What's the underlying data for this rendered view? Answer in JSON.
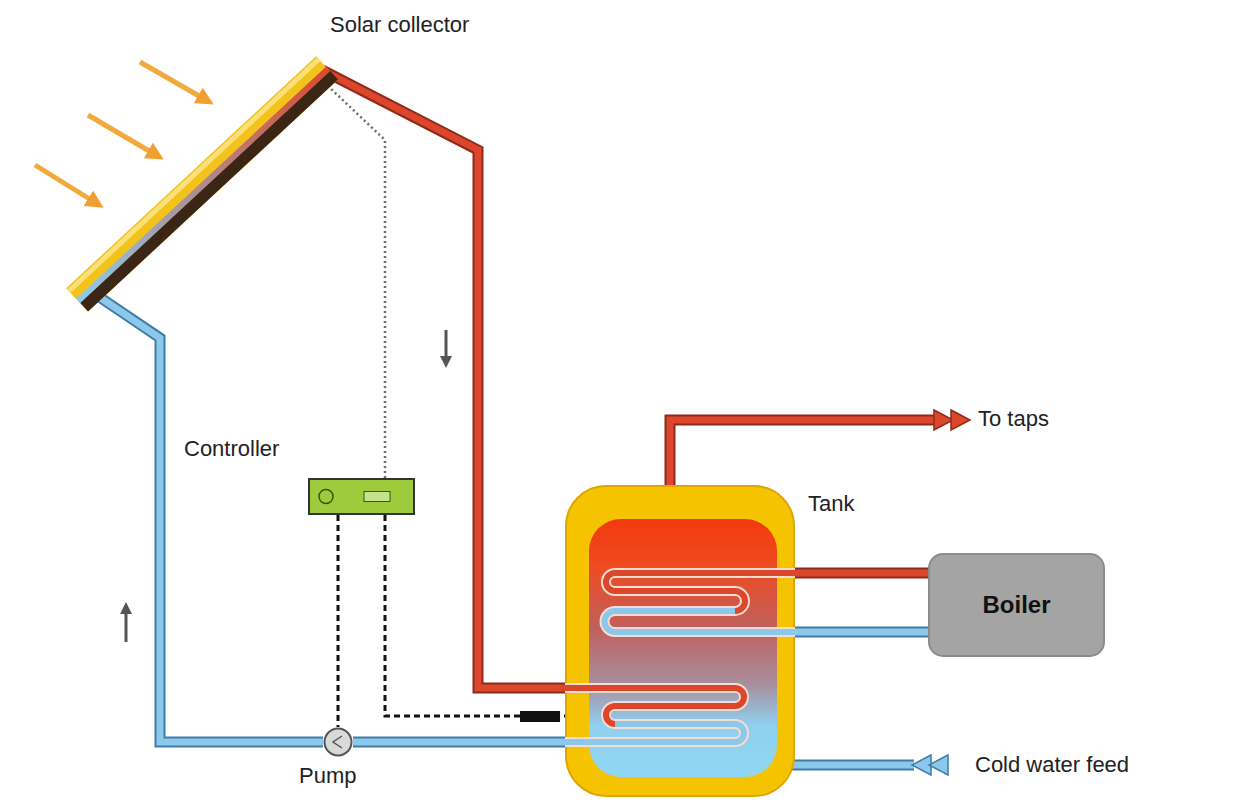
{
  "diagram": {
    "nodes": [
      {
        "text": [
          "Solar collector"
        ]
      },
      {
        "text": [
          "Controller"
        ]
      },
      {
        "text": [
          "Tank"
        ]
      },
      {
        "text": [
          "Boiler"
        ]
      },
      {
        "text": [
          "Pump"
        ]
      }
    ],
    "edges": [
      {
        "from": 0,
        "to": 2,
        "arrow": "none"
      },
      {
        "from": 4,
        "to": 0,
        "arrow": "none"
      },
      {
        "from": 2,
        "to": 4,
        "arrow": "none"
      },
      {
        "from": 3,
        "to": 2,
        "arrow": "none"
      },
      {
        "from": 2,
        "to": 3,
        "arrow": "none"
      },
      {
        "from": 1,
        "to": 0,
        "arrow": "none"
      },
      {
        "from": 1,
        "to": 2,
        "arrow": "none"
      },
      {
        "from": 1,
        "to": 4,
        "arrow": "none"
      }
    ],
    "labels": [
      "To taps",
      "Cold water feed"
    ]
  }
}
